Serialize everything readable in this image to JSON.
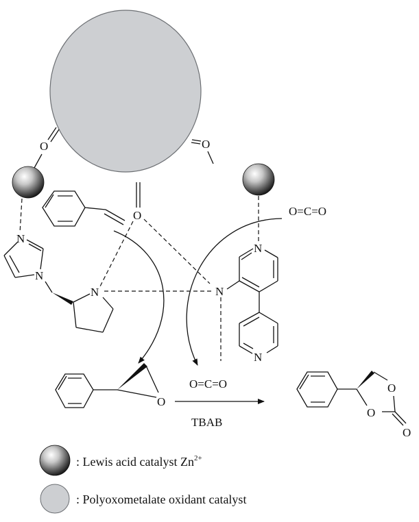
{
  "figure": {
    "type": "reaction-mechanism-schematic",
    "colors": {
      "polyoxometalate_fill": "#cdcfd2",
      "polyoxometalate_stroke": "#6b6e72",
      "zinc_sphere_light": "#ffffff",
      "zinc_sphere_dark": "#1a1a1a",
      "line": "#111111"
    },
    "atoms": {
      "oxygen": "O",
      "nitrogen": "N",
      "carbon": "C"
    },
    "molecules": {
      "co2_top": "O=C=O",
      "co2_bottom": "O=C=O",
      "styrene": "styrene",
      "imidazole_proline_ligand": "1-((S)-pyrrolidin-2-ylmethyl)imidazole",
      "bipyridine_amine": "3-amino-4,4'-bipyridine",
      "epoxide": "styrene oxide",
      "carbonate": "styrene carbonate"
    },
    "reaction": {
      "reagent_label": "TBAB"
    },
    "legend": [
      {
        "icon": "zinc-sphere-icon",
        "label": ": Lewis acid catalyst Zn",
        "superscript": "2+"
      },
      {
        "icon": "polyoxometalate-circle-icon",
        "label": ": Polyoxometalate oxidant catalyst",
        "superscript": ""
      }
    ]
  }
}
